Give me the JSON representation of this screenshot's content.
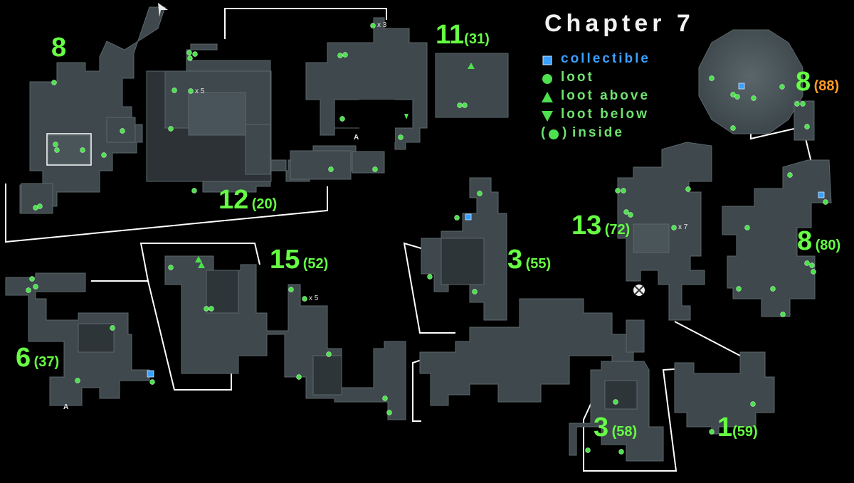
{
  "title": "Chapter 7",
  "legend": {
    "collectible": "collectible",
    "loot": "loot",
    "loot_above": "loot above",
    "loot_below": "loot below",
    "inside_open": "(",
    "inside_close": ")",
    "inside": "inside"
  },
  "colors": {
    "background": "#000000",
    "floor": "#3e484d",
    "label_green": "#66ff44",
    "label_orange": "#ff9a22",
    "collectible_blue": "#3aa0ff",
    "loot_green": "#4ee04e",
    "connector": "#ffffff"
  },
  "icons": {
    "collectible": "blue-square-icon",
    "loot": "green-dot-icon",
    "loot_above": "green-triangle-up-icon",
    "loot_below": "green-triangle-down-icon",
    "start": "arrow-icon",
    "exit": "crosshair-ball-icon"
  },
  "areas": [
    {
      "id": "nw-8",
      "number": "8",
      "count": ""
    },
    {
      "id": "n-12",
      "number": "12",
      "count": "(20)"
    },
    {
      "id": "n-11",
      "number": "11",
      "count": "(31)"
    },
    {
      "id": "ne-8-round",
      "number": "8",
      "count": "(88)"
    },
    {
      "id": "e-8",
      "number": "8",
      "count": "(80)"
    },
    {
      "id": "c-13",
      "number": "13",
      "count": "(72)"
    },
    {
      "id": "c-3",
      "number": "3",
      "count": "(55)"
    },
    {
      "id": "c-15",
      "number": "15",
      "count": "(52)"
    },
    {
      "id": "w-6",
      "number": "6",
      "count": "(37)"
    },
    {
      "id": "s-3",
      "number": "3",
      "count": "(58)"
    },
    {
      "id": "s-1",
      "number": "1",
      "count": "(59)"
    }
  ],
  "multipliers": [
    "x 3",
    "x 5",
    "x 7",
    "x 5"
  ],
  "markers": [
    "A",
    "A"
  ]
}
